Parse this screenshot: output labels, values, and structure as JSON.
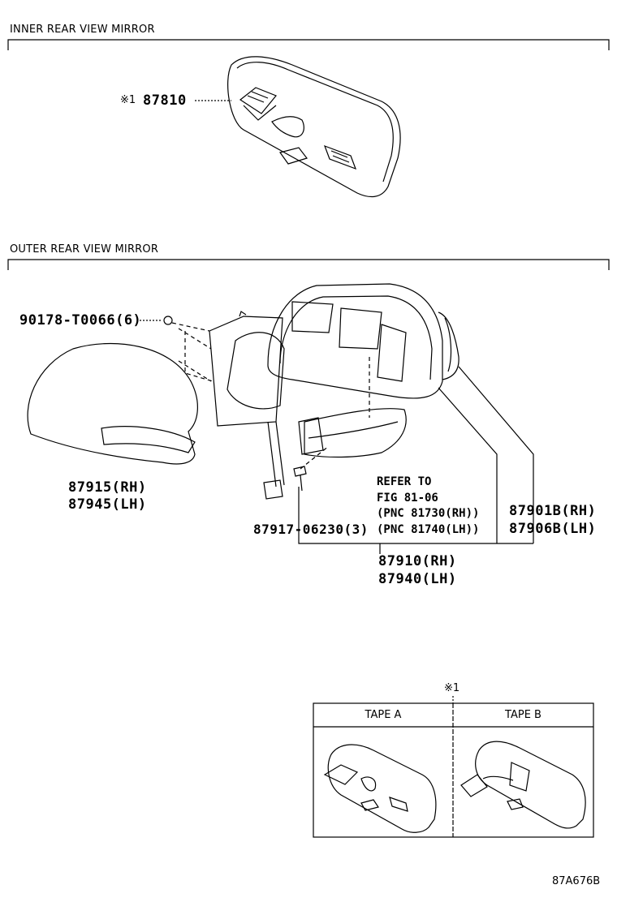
{
  "sections": {
    "inner": "INNER REAR VIEW MIRROR",
    "outer": "OUTER REAR VIEW MIRROR"
  },
  "inner_mirror": {
    "symbol": "※1",
    "part": "87810"
  },
  "outer_mirror": {
    "screw": "90178-T0066(6)",
    "cover_rh": "87915(RH)",
    "cover_lh": "87945(LH)",
    "refer_1": "REFER TO",
    "refer_2": "FIG 81-06",
    "refer_3": "(PNC 81730(RH))",
    "refer_4": "(PNC 81740(LH))",
    "small_screw": "87917-06230(3)",
    "assy_rh": "87910(RH)",
    "assy_lh": "87940(LH)",
    "housing_rh": "87901B(RH)",
    "housing_lh": "87906B(LH)"
  },
  "tape_table": {
    "symbol": "※1",
    "tape_a": "TAPE A",
    "tape_b": "TAPE B"
  },
  "figure_code": "87A676B"
}
